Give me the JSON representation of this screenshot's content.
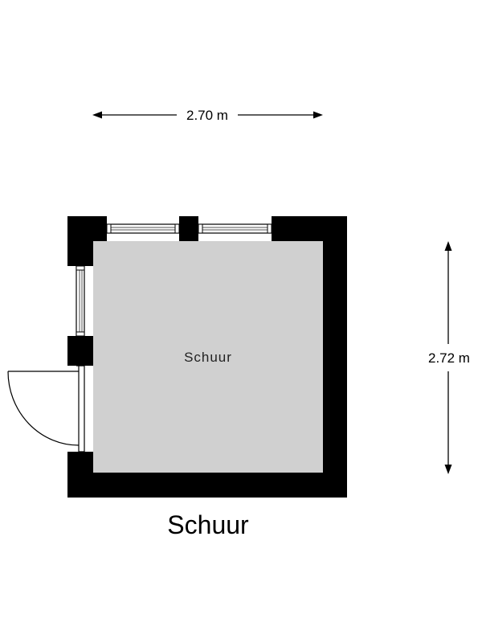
{
  "dimensions": {
    "width_label": "2.70 m",
    "height_label": "2.72 m"
  },
  "room": {
    "label": "Schuur"
  },
  "plan_title": "Schuur",
  "colors": {
    "wall": "#000000",
    "floor": "#d0d0d0",
    "window_frame": "#555555"
  }
}
